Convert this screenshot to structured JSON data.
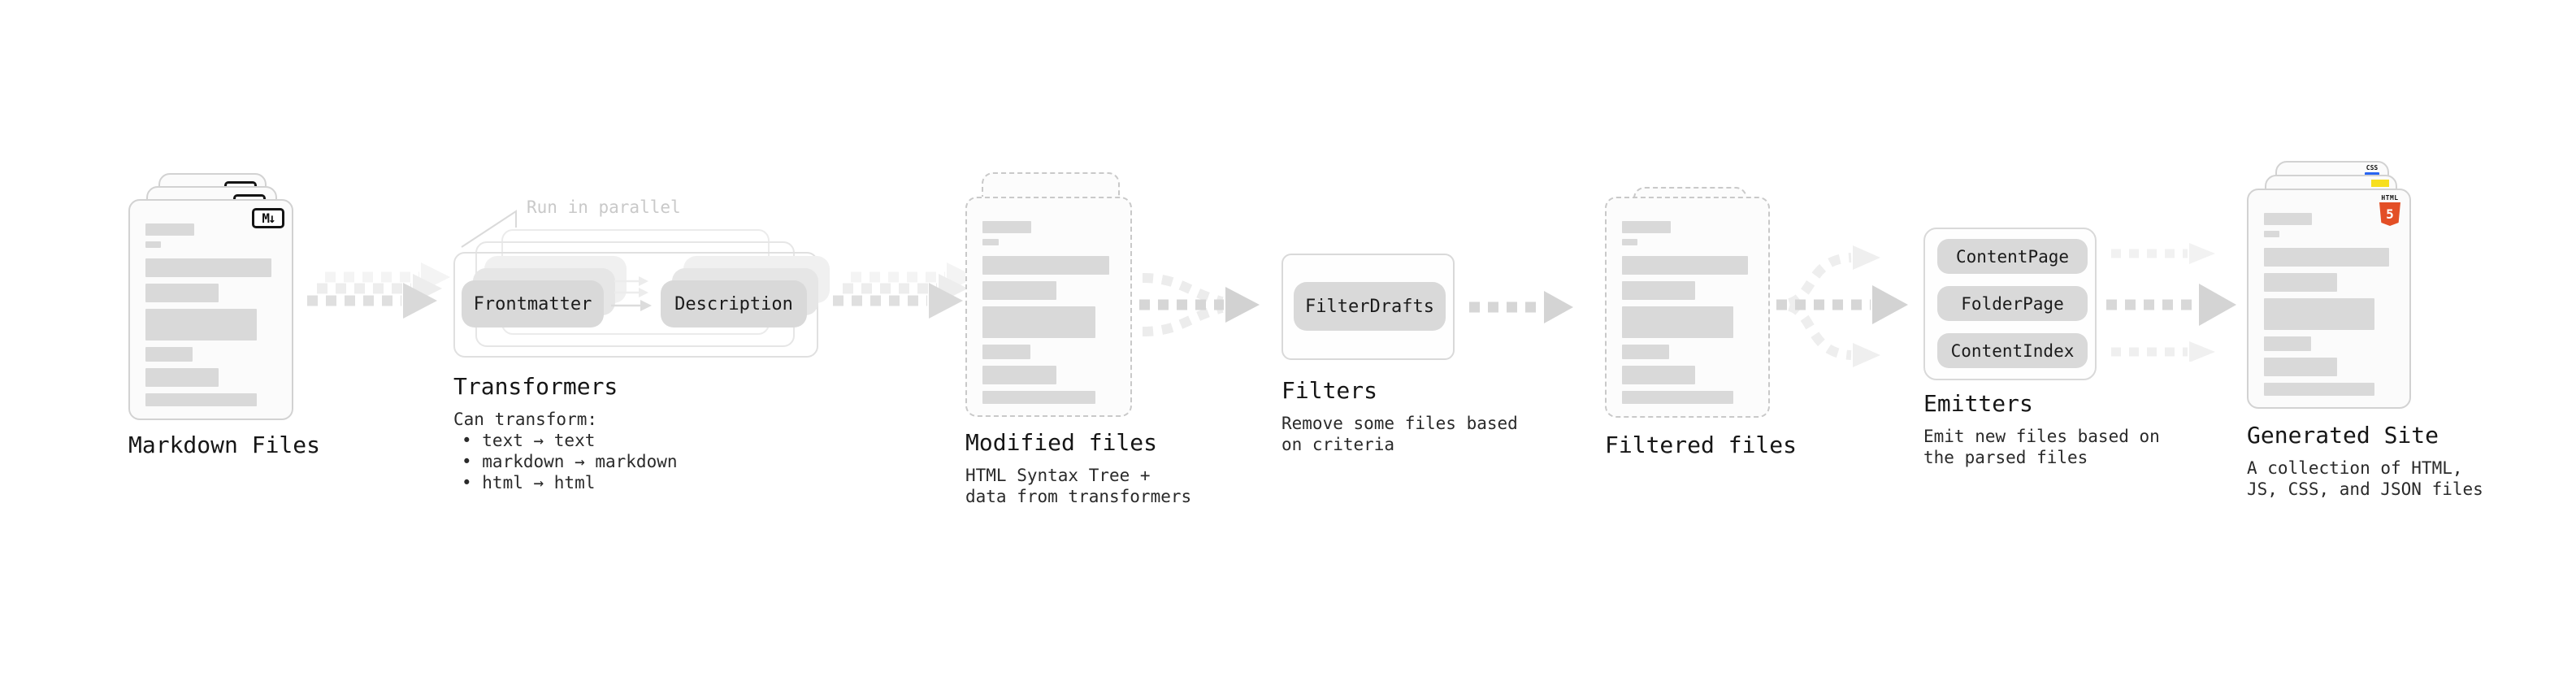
{
  "stages": {
    "markdown_files": {
      "label": "Markdown Files",
      "badge": "M↓"
    },
    "transformers": {
      "label": "Transformers",
      "annotation": "Run in parallel",
      "pill_left": "Frontmatter",
      "pill_right": "Description",
      "desc_title": "Can transform:",
      "desc_items": [
        "• text → text",
        "• markdown → markdown",
        "• html → html"
      ]
    },
    "modified_files": {
      "label": "Modified files",
      "desc_lines": [
        "HTML Syntax Tree +",
        "data from transformers"
      ]
    },
    "filters": {
      "label": "Filters",
      "pill": "FilterDrafts",
      "desc_lines": [
        "Remove some files based",
        "on criteria"
      ]
    },
    "filtered_files": {
      "label": "Filtered files"
    },
    "emitters": {
      "label": "Emitters",
      "pills": [
        "ContentPage",
        "FolderPage",
        "ContentIndex"
      ],
      "desc_lines": [
        "Emit new files based on",
        "the parsed files"
      ]
    },
    "generated_site": {
      "label": "Generated Site",
      "desc_lines": [
        "A collection of HTML,",
        "JS, CSS, and JSON files"
      ],
      "css_badge_text": "CSS",
      "html_badge_text": "HTML",
      "html_badge_number": "5"
    }
  },
  "colors": {
    "html5_orange": "#e34f26",
    "js_yellow": "#f7df1e",
    "css_blue": "#2965f1"
  },
  "decor": {
    "doc_bars": [
      {
        "w": "37%",
        "h": 15,
        "mt": 0
      },
      {
        "w": "12%",
        "h": 8,
        "mt": 7
      },
      {
        "w": "96%",
        "h": 23,
        "mt": 13
      },
      {
        "w": "56%",
        "h": 23,
        "mt": 8
      },
      {
        "w": "85%",
        "h": 39,
        "mt": 8
      },
      {
        "w": "36%",
        "h": 18,
        "mt": 8
      },
      {
        "w": "56%",
        "h": 23,
        "mt": 8
      },
      {
        "w": "85%",
        "h": 16,
        "mt": 8
      }
    ]
  }
}
